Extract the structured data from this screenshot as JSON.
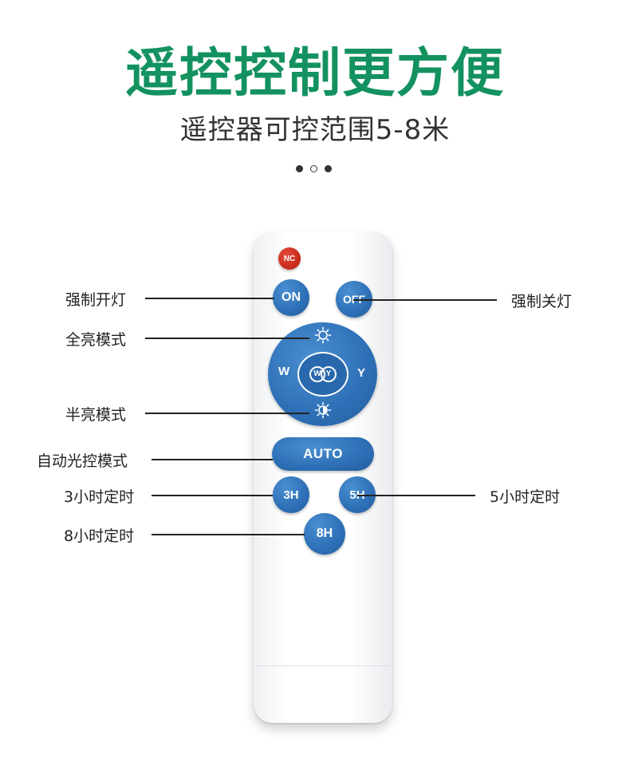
{
  "heading": {
    "title": "遥控控制更方便",
    "subtitle": "遥控器可控范围5-8米"
  },
  "colors": {
    "title": "#13925f",
    "button_blue": "#2d6fb6",
    "button_red": "#c8291b",
    "remote_body": "#ffffff"
  },
  "remote": {
    "nc_label": "NC",
    "on_label": "ON",
    "off_label": "OFF",
    "w_label": "W",
    "y_label": "Y",
    "center_w": "W",
    "center_y": "Y",
    "auto_label": "AUTO",
    "btn_3h": "3H",
    "btn_5h": "5H",
    "btn_8h": "8H",
    "top_icon": "sun-bright-icon",
    "bottom_icon": "sun-half-icon"
  },
  "callouts": {
    "force_on": "强制开灯",
    "force_off": "强制关灯",
    "full_bright": "全亮模式",
    "half_bright": "半亮模式",
    "auto_mode": "自动光控模式",
    "timer_3h": "3小时定时",
    "timer_5h": "5小时定时",
    "timer_8h": "8小时定时"
  }
}
